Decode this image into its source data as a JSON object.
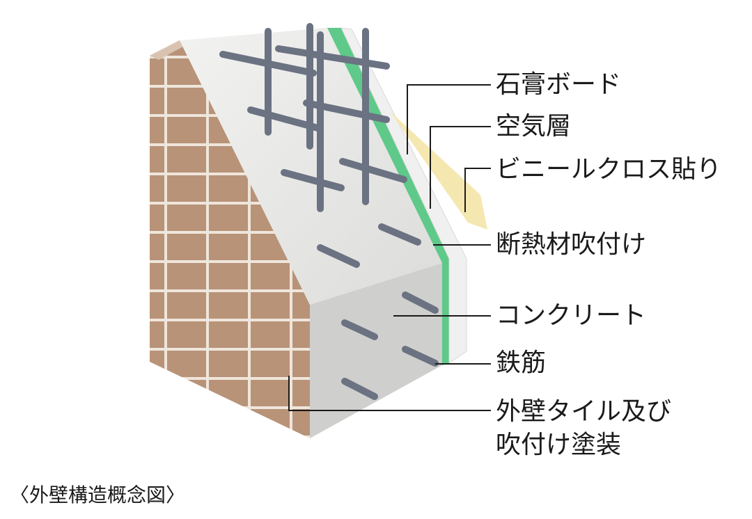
{
  "labels": {
    "gypsum": "石膏ボード",
    "air": "空気層",
    "vinyl": "ビニールクロス貼り",
    "insulation": "断熱材吹付け",
    "concrete": "コンクリート",
    "rebar": "鉄筋",
    "tile_line1": "外壁タイル及び",
    "tile_line2": "吹付け塗装"
  },
  "caption": "〈外壁構造概念図〉",
  "colors": {
    "concrete": "#e6e6e4",
    "concrete_front": "#cfcfcd",
    "tile": "#b89378",
    "tile_mortar": "#efe6dc",
    "insulation": "#5fc98a",
    "gypsum": "#f0f0f0",
    "vinyl": "#f5e7b0",
    "rebar": "#6b7282",
    "line": "#1a1a1a"
  }
}
